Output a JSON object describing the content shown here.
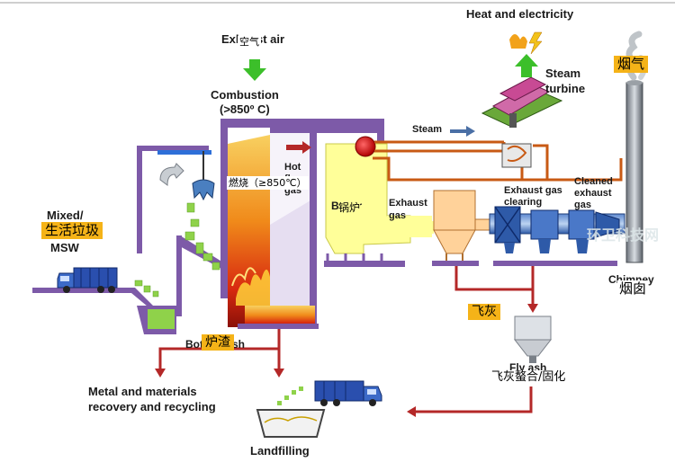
{
  "labels": {
    "exhaust_air": "Exhaust air",
    "combustion": "Combustion",
    "combustion_temp": "(>850º C)",
    "hot_flue_gas_1": "Hot",
    "hot_flue_gas_2": "flue",
    "hot_flue_gas_3": "gas",
    "steam": "Steam",
    "heat_electricity": "Heat and electricity",
    "steam_turbine_1": "Steam",
    "steam_turbine_2": "turbine",
    "exhaust_gas_1": "Exhaust",
    "exhaust_gas_2": "gas",
    "exhaust_gas_clearing_1": "Exhaust gas",
    "exhaust_gas_clearing_2": "clearing",
    "cleaned_exhaust_gas_1": "Cleaned",
    "cleaned_exhaust_gas_2": "exhaust",
    "cleaned_exhaust_gas_3": "gas",
    "mixed_msw_1": "Mixed/",
    "mixed_msw_2": "MSW",
    "boiler": "Boiler",
    "bottom_ash": "Bottom ash",
    "fly_ash": "Fly ash",
    "chimney": "Chimney",
    "metal_recovery_1": "Metal and materials",
    "metal_recovery_2": "recovery and recycling",
    "landfilling": "Landfilling"
  },
  "chinese_labels": {
    "air": "空气",
    "burning": "燃烧（≥850℃）",
    "boiler": "锅炉",
    "flue_gas": "烟气",
    "domestic_waste": "生活垃圾",
    "slag": "炉渣",
    "fly_ash": "飞灰",
    "fly_ash_treatment": "飞灰螯合/固化",
    "chimney": "烟囱"
  },
  "watermark": "环卫科技网",
  "colors": {
    "process_arrow": "#b42828",
    "steam_arrow": "#4a6fa5",
    "green_arrow": "#3cbf2a",
    "pipe": "#c85a14",
    "duct": "#2e5aa8",
    "frame": "#7d5aa8",
    "boiler": "#ffff99",
    "tag_bg": "#f5b318"
  }
}
